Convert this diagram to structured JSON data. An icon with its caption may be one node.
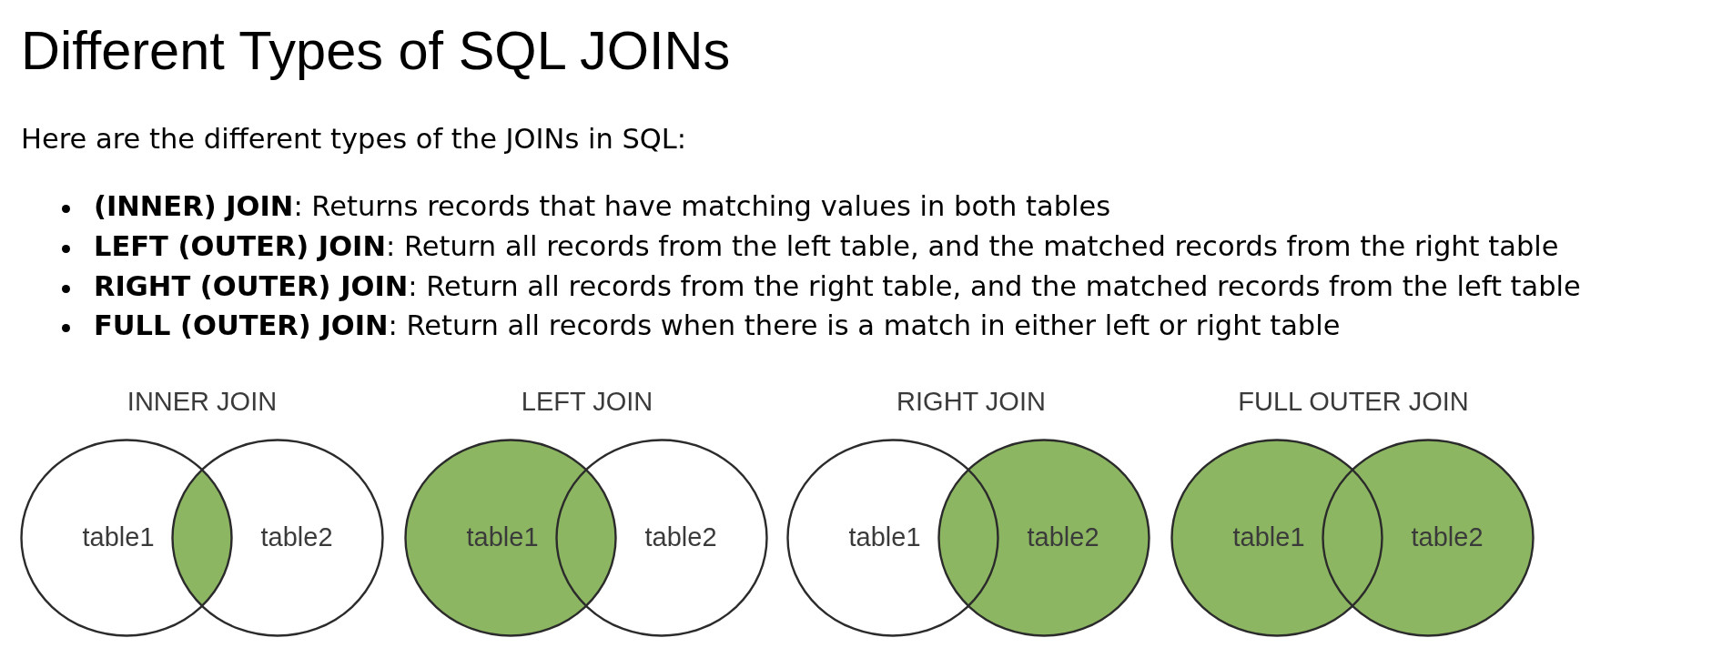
{
  "diagram": {
    "title": "Different Types of SQL JOINs",
    "nodes": [
      {
        "text": [
          "table1"
        ]
      },
      {
        "text": [],
        "shape": "lens"
      },
      {
        "text": [
          "table2"
        ]
      },
      {
        "text": [
          "table1"
        ]
      },
      {
        "text": [
          "table2"
        ]
      },
      {
        "text": [
          "table1"
        ]
      },
      {
        "text": [
          "table2"
        ]
      },
      {
        "text": [
          "table1"
        ]
      },
      {
        "text": [
          "table2"
        ]
      }
    ],
    "labels": [
      "Here are the different types of the JOINs in SQL:",
      "**(INNER) JOIN**: Returns records that have matching values in both tables",
      "**LEFT (OUTER) JOIN**: Return all records from the left table, and the matched records from the right table",
      "**RIGHT (OUTER) JOIN**: Return all records from the right table, and the matched records from the left table",
      "**FULL (OUTER) JOIN**: Return all records when there is a match in either left or right table",
      "INNER JOIN",
      "LEFT JOIN",
      "RIGHT JOIN",
      "FULL OUTER JOIN"
    ]
  }
}
